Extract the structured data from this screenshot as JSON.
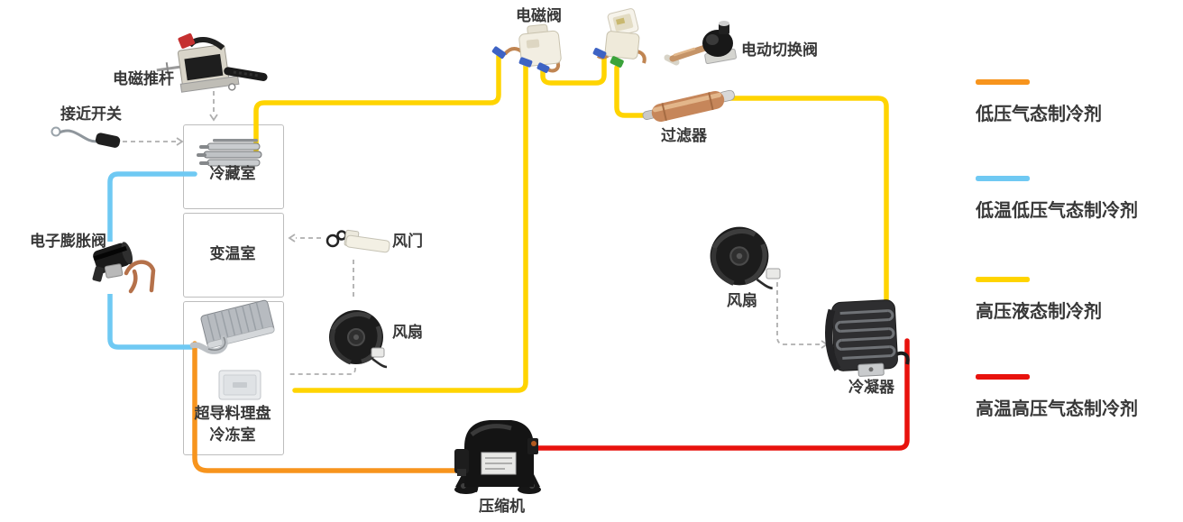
{
  "components": {
    "solenoid_valve": {
      "label": "电磁阀"
    },
    "electric_switching_valve": {
      "label": "电动切换阀"
    },
    "electromagnetic_push_rod": {
      "label": "电磁推杆"
    },
    "proximity_switch": {
      "label": "接近开关"
    },
    "refrigerating_chamber": {
      "label": "冷藏室"
    },
    "variable_temperature_chamber": {
      "label": "变温室"
    },
    "electronic_expansion_valve": {
      "label": "电子膨胀阀"
    },
    "damper": {
      "label": "风门"
    },
    "freezer_fan": {
      "label": "风扇"
    },
    "filter": {
      "label": "过滤器"
    },
    "condenser_fan": {
      "label": "风扇"
    },
    "condenser": {
      "label": "冷凝器"
    },
    "superconducting_tray": {
      "label": "超导料理盘"
    },
    "freezer_chamber": {
      "label": "冷冻室"
    },
    "compressor": {
      "label": "压缩机"
    }
  },
  "legend": {
    "items": [
      {
        "label": "低压气态制冷剂",
        "color": "#F7941D"
      },
      {
        "label": "低温低压气态制冷剂",
        "color": "#6FC9F3"
      },
      {
        "label": "高压液态制冷剂",
        "color": "#FFD400"
      },
      {
        "label": "高温高压气态制冷剂",
        "color": "#E8120D"
      }
    ]
  },
  "colors": {
    "dashed": "#AFAFAF"
  }
}
